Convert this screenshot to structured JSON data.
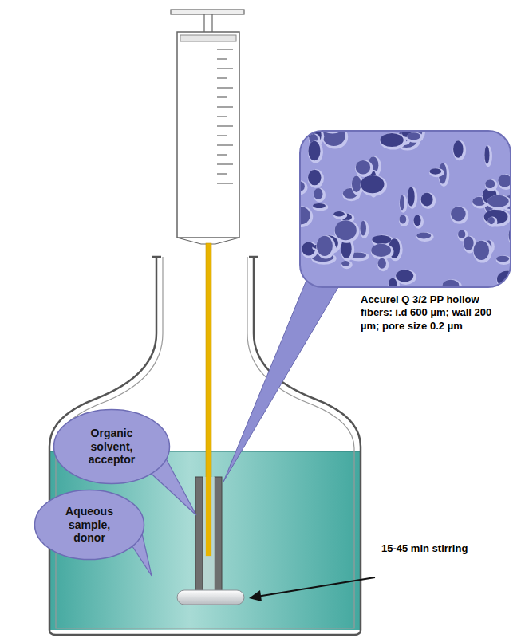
{
  "diagram": {
    "nodes": [
      {
        "text": [
          "Organic solvent, acceptor"
        ]
      },
      {
        "text": [
          "Aqueous sample, donor"
        ]
      }
    ],
    "labels": [
      "Accurel Q 3/2 PP hollow fibers: i.d 600 µm; wall 200 µm; pore size 0.2 µm",
      "15-45 min stirring"
    ]
  }
}
